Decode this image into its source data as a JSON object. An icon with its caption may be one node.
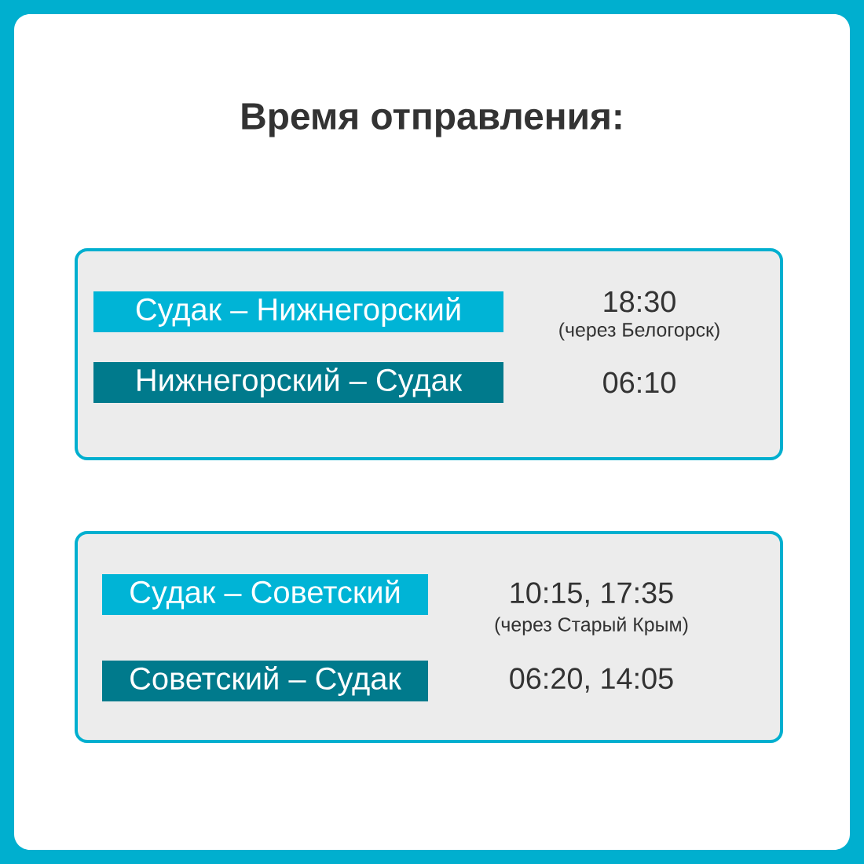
{
  "diagram": {
    "title": "Время отправления:",
    "nodes": [
      {
        "text": [],
        "shape": "box"
      },
      {
        "text": [
          "Судак – Нижнегорский"
        ],
        "in": 0,
        "beside": [
          "18:30",
          "(через Белогорск)"
        ]
      },
      {
        "text": [
          "Нижнегорский – Судак"
        ],
        "in": 0,
        "beside": [
          "06:10"
        ]
      },
      {
        "text": [],
        "shape": "box"
      },
      {
        "text": [
          "Судак – Советский"
        ],
        "in": 3,
        "beside": [
          "10:15, 17:35",
          "(через Старый Крым)"
        ]
      },
      {
        "text": [
          "Советский – Судак"
        ],
        "in": 3,
        "beside": [
          "06:20, 14:05"
        ]
      }
    ],
    "edges": []
  }
}
